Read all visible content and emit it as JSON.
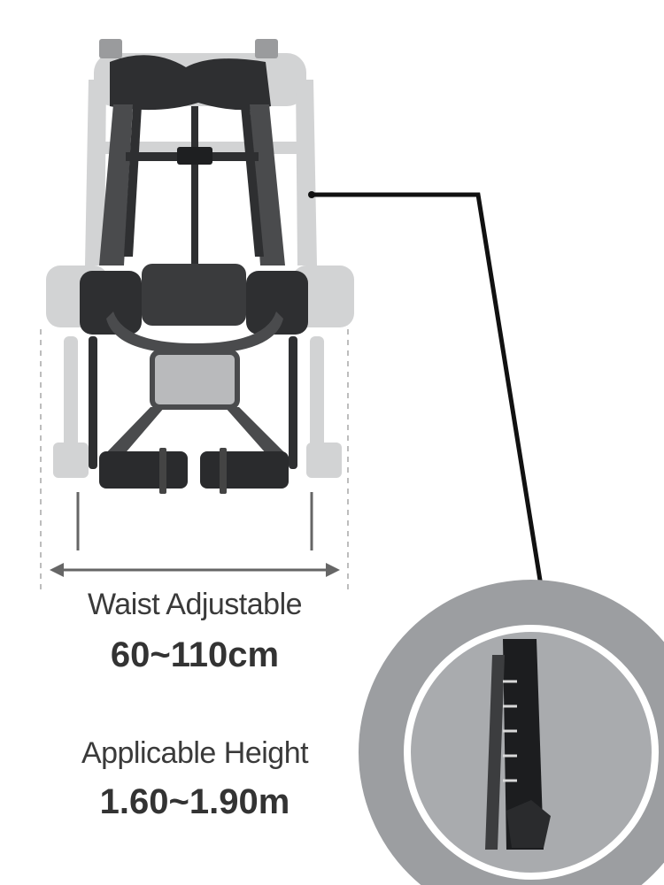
{
  "waist": {
    "title": "Waist Adjustable",
    "value": "60~110cm"
  },
  "height": {
    "title": "Applicable Height",
    "value": "1.60~1.90m"
  },
  "colors": {
    "frame_dark": "#2e2f31",
    "frame_ghost": "#cfd0d1",
    "fabric": "#4a4b4d",
    "mesh": "#b9babc",
    "callout_line": "#111111",
    "zoom_bg": "#9c9ea1",
    "zoom_ring": "#ffffff",
    "dim_line": "#666666",
    "text": "#3a3a3a"
  },
  "icons": {
    "exoskeleton": "exoskeleton-frame-illustration",
    "zoom": "adjustment-detail-zoom"
  }
}
